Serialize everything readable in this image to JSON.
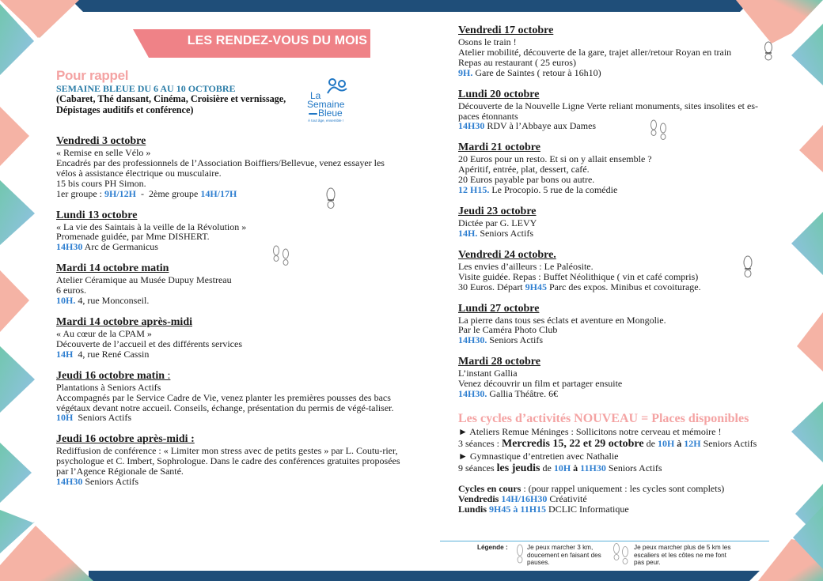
{
  "header": {
    "banner": "LES RENDEZ-VOUS DU MOIS"
  },
  "rappel": {
    "title": "Pour rappel",
    "subtitle": "SEMAINE BLEUE DU 6 AU 10 OCTOBRE",
    "description": "(Cabaret, Thé dansant, Cinéma, Croisière et vernissage, Dépistages auditifs et conférence)",
    "logo": {
      "line1": "La",
      "line2": "Semaine",
      "line3": "Bleue",
      "tagline": "À tout âge, ensemble !"
    }
  },
  "left_events": [
    {
      "title": "Vendredi 3 octobre",
      "lines": [
        {
          "text": "« Remise en selle Vélo »"
        },
        {
          "text": "Encadrés par des professionnels de l’Association Boiffiers/Bellevue, venez essayer les vélos à assistance électrique ou musculaire."
        },
        {
          "text": "15 bis cours PH Simon."
        }
      ],
      "groups": {
        "g1_label": "1er groupe : ",
        "g1_time": "9H/12H",
        "sep": "  -  2ème groupe ",
        "g2_time": "14H/17H"
      }
    },
    {
      "title": "Lundi 13 octobre",
      "lines": [
        {
          "text": "« La vie des Saintais à la veille de la Révolution »"
        },
        {
          "text": "Promenade guidée, par Mme DISHERT."
        }
      ],
      "time": "14H30",
      "place": " Arc de Germanicus"
    },
    {
      "title": "Mardi 14 octobre matin",
      "lines": [
        {
          "text": "Atelier Céramique au Musée Dupuy Mestreau"
        },
        {
          "text": "6 euros."
        }
      ],
      "time": "10H.",
      "place": " 4, rue Monconseil."
    },
    {
      "title": "Mardi 14 octobre après-midi",
      "lines": [
        {
          "text": "« Au cœur de la CPAM »"
        },
        {
          "text": "Découverte de l’accueil et des différents services"
        }
      ],
      "time": "14H",
      "place": "  4, rue René Cassin"
    },
    {
      "title": "Jeudi 16 octobre matin",
      "suffix": " :",
      "lines": [
        {
          "text": "Plantations à Seniors Actifs"
        }
      ],
      "body_pre": "Accompagnés par le Service Cadre de Vie, venez planter les premières pousses des bacs végétaux devant notre accueil. Conseils, échange, présentation du permis de végé-taliser. ",
      "time": "10H",
      "place": "  Seniors Actifs"
    },
    {
      "title": "Jeudi 16 octobre après-midi :",
      "lines": [
        {
          "text": "Rediffusion de conférence : « Limiter mon stress avec de petits gestes » par L. Coutu-rier, psychologue et C. Imbert, Sophrologue.  Dans le cadre des conférences gratuites proposées par l’Agence Régionale de Santé."
        }
      ],
      "time": "14H30",
      "place": " Seniors Actifs"
    }
  ],
  "right_events": [
    {
      "title": "Vendredi 17 octobre",
      "lines": [
        {
          "text": "Osons le train !"
        },
        {
          "text": "Atelier mobilité, découverte de la gare, trajet aller/retour Royan en train"
        },
        {
          "text": "Repas au restaurant ( 25 euros)"
        }
      ],
      "time": "9H.",
      "place": " Gare de Saintes ( retour à 16h10)"
    },
    {
      "title": "Lundi 20 octobre",
      "lines": [
        {
          "text": "Découverte de la Nouvelle Ligne Verte reliant monuments, sites insolites et es-paces étonnants"
        }
      ],
      "time": "14H30",
      "place": " RDV à l’Abbaye aux Dames"
    },
    {
      "title": "Mardi 21 octobre",
      "lines": [
        {
          "text": "20 Euros pour un resto. Et si on y allait ensemble ?"
        },
        {
          "text": "Apéritif, entrée, plat, dessert, café."
        },
        {
          "text": "20 Euros payable par bons ou autre."
        }
      ],
      "time": "12 H15.",
      "place": " Le Procopio. 5 rue de la comédie"
    },
    {
      "title": "Jeudi 23 octobre",
      "lines": [
        {
          "text": "Dictée par G. LEVY"
        }
      ],
      "time": "14H.",
      "place": " Seniors Actifs"
    },
    {
      "title": "Vendredi 24 octobre.",
      "lines": [
        {
          "text": "Les envies d’ailleurs : Le Paléosite."
        },
        {
          "text": "Visite guidée. Repas : Buffet Néolithique ( vin et café compris)"
        }
      ],
      "pre": "30 Euros. Départ ",
      "time": "9H45",
      "place": " Parc des expos. Minibus et covoiturage."
    },
    {
      "title": "Lundi 27 octobre",
      "lines": [
        {
          "text": "La pierre dans tous ses éclats et aventure en Mongolie."
        },
        {
          "text": "Par le Caméra Photo Club"
        }
      ],
      "time": "14H30.",
      "place": " Seniors Actifs"
    },
    {
      "title": "Mardi 28 octobre",
      "lines": [
        {
          "text": "L’instant Gallia"
        },
        {
          "text": "Venez découvrir un film et partager ensuite"
        }
      ],
      "time": "14H30.",
      "place": " Gallia Théâtre. 6€"
    }
  ],
  "cycles": {
    "title": "Les cycles d’activités NOUVEAU = Places disponibles",
    "item1": {
      "bullet": "►",
      "text": " Ateliers Remue Méninges : Sollicitons notre cerveau et mémoire !"
    },
    "item1_detail": {
      "pre": "3 séances : ",
      "big": "Mercredis 15, 22 et 29 octobre",
      "de": " de ",
      "t1": "10H",
      "a": " à ",
      "t2": "12H",
      "place": " Seniors Actifs"
    },
    "item2": {
      "bullet": "►",
      "text": " Gymnastique d’entretien avec Nathalie"
    },
    "item2_detail": {
      "pre": "9 séances ",
      "big": "les jeudis",
      "de": " de ",
      "t1": "10H",
      "a": " à ",
      "t2": "11H30",
      "place": " Seniors Actifs"
    },
    "en_cours": {
      "label": "Cycles en cours",
      "text": " : (pour rappel uniquement : les cycles sont complets)"
    },
    "vendredis": {
      "label": "Vendredis",
      "time": " 14H/16H30",
      "text": " Créativité"
    },
    "lundis": {
      "label": "Lundis",
      "time": " 9H45 à 11H15",
      "text": " DCLIC Informatique"
    }
  },
  "legend": {
    "label": "Légende :",
    "level1": "Je peux marcher 3 km, doucement en faisant des pauses.",
    "level2": "Je peux marcher plus de 5 km les escaliers et les côtes ne me font pas peur."
  },
  "colors": {
    "navy": "#1f4e79",
    "coral": "#f5b3a5",
    "teal": "#76c6b0",
    "sky": "#8fc2e6",
    "banner": "#ef8287",
    "time_blue": "#2f7fd0"
  }
}
